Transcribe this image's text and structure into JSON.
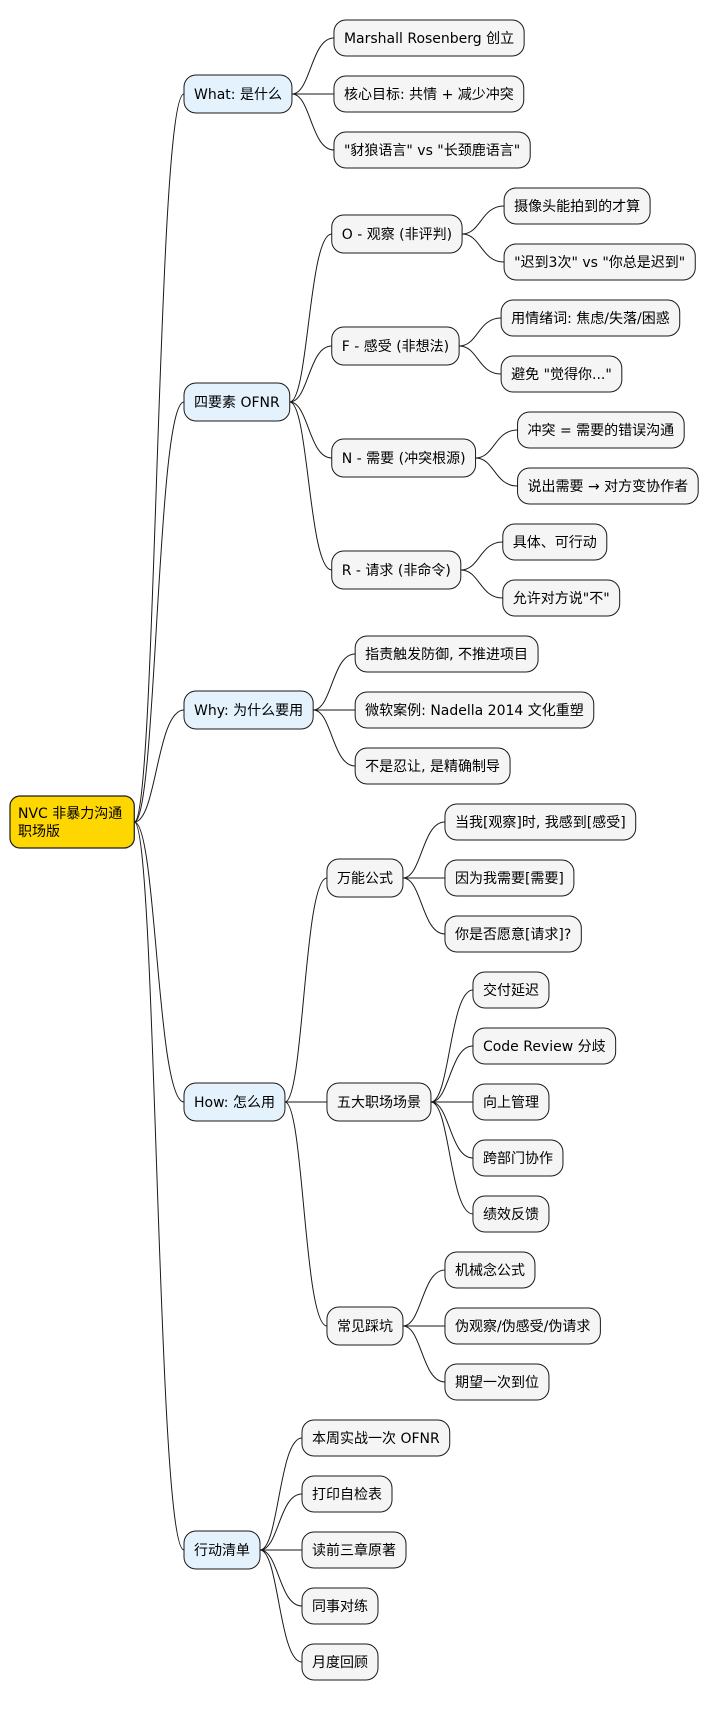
{
  "root": {
    "lines": [
      "NVC 非暴力沟通",
      "职场版"
    ],
    "color": "#FFD700",
    "children": [
      {
        "label": "What: 是什么",
        "color": "#E3F2FD",
        "children": [
          {
            "label": "Marshall Rosenberg 创立"
          },
          {
            "label": "核心目标: 共情 + 减少冲突"
          },
          {
            "label": "\"豺狼语言\" vs \"长颈鹿语言\""
          }
        ]
      },
      {
        "label": "四要素 OFNR",
        "color": "#E3F2FD",
        "children": [
          {
            "label": "O - 观察 (非评判)",
            "children": [
              {
                "label": "摄像头能拍到的才算"
              },
              {
                "label": "\"迟到3次\" vs \"你总是迟到\""
              }
            ]
          },
          {
            "label": "F - 感受 (非想法)",
            "children": [
              {
                "label": "用情绪词: 焦虑/失落/困惑"
              },
              {
                "label": "避免 \"觉得你...\""
              }
            ]
          },
          {
            "label": "N - 需要 (冲突根源)",
            "children": [
              {
                "label": "冲突 = 需要的错误沟通"
              },
              {
                "label": "说出需要 → 对方变协作者"
              }
            ]
          },
          {
            "label": "R - 请求 (非命令)",
            "children": [
              {
                "label": "具体、可行动"
              },
              {
                "label": "允许对方说\"不\""
              }
            ]
          }
        ]
      },
      {
        "label": "Why: 为什么要用",
        "color": "#E3F2FD",
        "children": [
          {
            "label": "指责触发防御, 不推进项目"
          },
          {
            "label": "微软案例: Nadella 2014 文化重塑"
          },
          {
            "label": "不是忍让, 是精确制导"
          }
        ]
      },
      {
        "label": "How: 怎么用",
        "color": "#E3F2FD",
        "children": [
          {
            "label": "万能公式",
            "children": [
              {
                "label": "当我[观察]时, 我感到[感受]"
              },
              {
                "label": "因为我需要[需要]"
              },
              {
                "label": "你是否愿意[请求]?"
              }
            ]
          },
          {
            "label": "五大职场场景",
            "children": [
              {
                "label": "交付延迟"
              },
              {
                "label": "Code Review 分歧"
              },
              {
                "label": "向上管理"
              },
              {
                "label": "跨部门协作"
              },
              {
                "label": "绩效反馈"
              }
            ]
          },
          {
            "label": "常见踩坑",
            "children": [
              {
                "label": "机械念公式"
              },
              {
                "label": "伪观察/伪感受/伪请求"
              },
              {
                "label": "期望一次到位"
              }
            ]
          }
        ]
      },
      {
        "label": "行动清单",
        "color": "#E3F2FD",
        "children": [
          {
            "label": "本周实战一次 OFNR"
          },
          {
            "label": "打印自检表"
          },
          {
            "label": "读前三章原著"
          },
          {
            "label": "同事对练"
          },
          {
            "label": "月度回顾"
          }
        ]
      }
    ]
  },
  "default_node_color": "#F5F5F5",
  "border_color": "#1a1a1a"
}
